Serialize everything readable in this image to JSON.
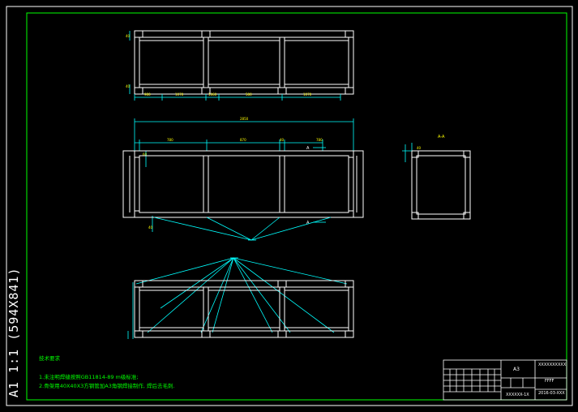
{
  "drawing": {
    "sheet_label": "A1 1:1 (594X841)",
    "notes_title": "技术要求",
    "notes": [
      "1.未注明焊缝按照GB11814-89 m级标准;",
      "2.骨架用40X40X3方钢管加A3角钢焊接制作, 焊后去毛刺."
    ],
    "section_label": "A-A",
    "section_mark": "A",
    "dims_top": [
      "980",
      "1070",
      "1060",
      "580",
      "1070"
    ],
    "dim_front_overall": "2850",
    "dims_front": [
      "780",
      "870",
      "40",
      "780"
    ],
    "dims_small": [
      "40",
      "40",
      "60",
      "40",
      "40"
    ],
    "title_block": {
      "scale": "A3",
      "company": "XXXXXXXXXX",
      "name": "FFFF",
      "drawing_no": "XXXXXX-1X",
      "date": "2016-03-XXX"
    }
  },
  "colors": {
    "frame": "#ffffff",
    "border": "#00ff00",
    "dimension": "#00ffff",
    "notes": "#00ff00"
  }
}
